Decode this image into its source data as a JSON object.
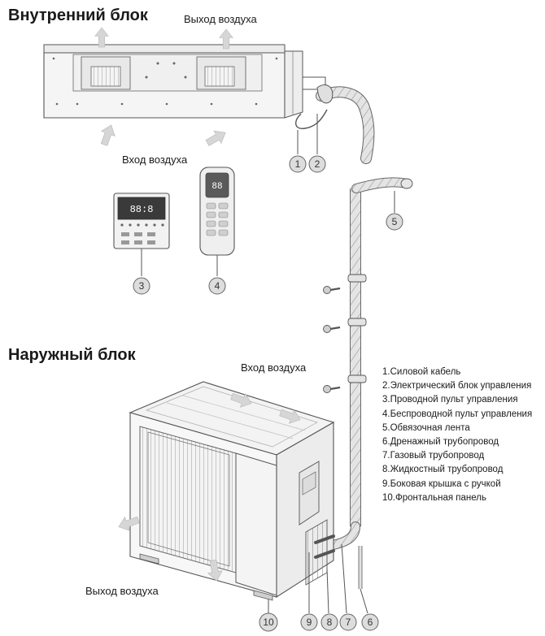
{
  "headings": {
    "indoor": "Внутренний блок",
    "outdoor": "Наружный блок"
  },
  "labels": {
    "air_out_top": "Выход воздуха",
    "air_in_indoor": "Вход воздуха",
    "air_in_outdoor": "Вход воздуха",
    "air_out_outdoor": "Выход воздуха"
  },
  "display": {
    "wired_panel": "88:8",
    "remote": "88"
  },
  "callouts": [
    "1",
    "2",
    "3",
    "4",
    "5",
    "6",
    "7",
    "8",
    "9",
    "10"
  ],
  "legend": [
    "1.Силовой кабель",
    "2.Электрический блок управления",
    "3.Проводной пульт управления",
    "4.Беспроводной пульт управления",
    "5.Обвязочная лента",
    "6.Дренажный трубопровод",
    "7.Газовый трубопровод",
    "8.Жидкостный трубопровод",
    "9.Боковая крышка с ручкой",
    "10.Фронтальная панель"
  ],
  "colors": {
    "line": "#555555",
    "panel": "#f2f2f2",
    "arrow": "#d4d4d4",
    "callout_fill": "#dddddd"
  }
}
